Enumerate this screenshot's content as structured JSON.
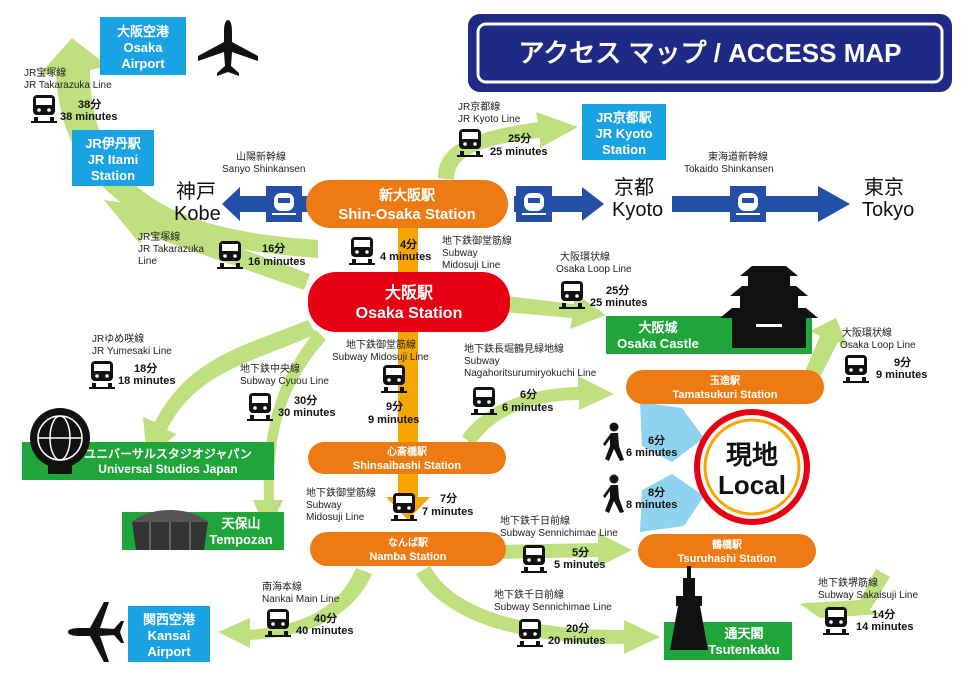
{
  "title": "アクセス マップ / ACCESS MAP",
  "colors": {
    "navy": "#1e2a86",
    "orange": "#ee7a14",
    "red": "#e60012",
    "blue": "#1aa3e2",
    "green": "#20a53a",
    "lime": "#bfe07e",
    "yellow": "#f7a600",
    "arrow_blue": "#2350a6",
    "local_blue": "#8fd3f0"
  },
  "places": {
    "osaka_airport": {
      "ja": "大阪空港",
      "en1": "Osaka",
      "en2": "Airport"
    },
    "itami": {
      "ja": "JR伊丹駅",
      "en1": "JR Itami",
      "en2": "Station"
    },
    "jr_kyoto": {
      "ja": "JR京都駅",
      "en1": "JR Kyoto",
      "en2": "Station"
    },
    "kobe": {
      "ja": "神戸",
      "en": "Kobe"
    },
    "kyoto": {
      "ja": "京都",
      "en": "Kyoto"
    },
    "tokyo": {
      "ja": "東京",
      "en": "Tokyo"
    },
    "osaka_castle": {
      "ja": "大阪城",
      "en": "Osaka Castle"
    },
    "usj": {
      "ja": "ユニバーサルスタジオジャパン",
      "en": "Universal Studios Japan"
    },
    "tempozan": {
      "ja": "天保山",
      "en": "Tempozan"
    },
    "kansai_airport": {
      "ja": "関西空港",
      "en1": "Kansai",
      "en2": "Airport"
    },
    "tsutenkaku": {
      "ja": "通天閣",
      "en": "Tsutenkaku"
    }
  },
  "stations": {
    "shin_osaka": {
      "ja": "新大阪駅",
      "en": "Shin-Osaka Station"
    },
    "osaka": {
      "ja": "大阪駅",
      "en": "Osaka Station"
    },
    "shinsaibashi": {
      "ja": "心斎橋駅",
      "en": "Shinsaibashi Station"
    },
    "namba": {
      "ja": "なんば駅",
      "en": "Namba Station"
    },
    "tamatsukuri": {
      "ja": "玉造駅",
      "en": "Tamatsukuri Station"
    },
    "tsuruhashi": {
      "ja": "鶴橋駅",
      "en": "Tsuruhashi Station"
    }
  },
  "local": {
    "ja": "現地",
    "en": "Local"
  },
  "routes": {
    "takarazuka_airport": {
      "ja": "JR宝塚線",
      "en": "JR Takarazuka Line",
      "min": "38分",
      "time": "38 minutes"
    },
    "kyoto_line": {
      "ja": "JR京都線",
      "en": "JR Kyoto Line",
      "min": "25分",
      "time": "25 minutes"
    },
    "sanyo": {
      "ja": "山陽新幹線",
      "en": "Sanyo Shinkansen"
    },
    "tokaido": {
      "ja": "東海道新幹線",
      "en": "Tokaido Shinkansen"
    },
    "takarazuka_itami": {
      "ja": "JR宝塚線",
      "en1": "JR Takarazuka",
      "en2": "Line",
      "min": "16分",
      "time": "16 minutes"
    },
    "midosuji_1": {
      "ja": "4分",
      "time": "4 minutes",
      "line_ja": "地下鉄御堂筋線",
      "line1": "Subway",
      "line2": "Midosuji Line"
    },
    "loop_castle": {
      "ja": "大阪環状線",
      "en": "Osaka Loop Line",
      "min": "25分",
      "time": "25 minutes"
    },
    "yumesaki": {
      "ja": "JRゆめ咲線",
      "en": "JR Yumesaki Line",
      "min": "18分",
      "time": "18 minutes"
    },
    "chuo": {
      "ja": "地下鉄中央線",
      "en": "Subway Cyuou Line",
      "min": "30分",
      "time": "30 minutes"
    },
    "midosuji_2": {
      "ja": "地下鉄御堂筋線",
      "en": "Subway Midosuji Line",
      "min": "9分",
      "time": "9 minutes"
    },
    "nagahori": {
      "ja": "地下鉄長堀鶴見緑地線",
      "line1": "Subway",
      "line2": "Nagahoritsurumiryokuchi Line",
      "min": "6分",
      "time": "6 minutes"
    },
    "loop_tama": {
      "ja": "大阪環状線",
      "en": "Osaka Loop Line",
      "min": "9分",
      "time": "9 minutes"
    },
    "walk_tama": {
      "min": "6分",
      "time": "6 minutes"
    },
    "walk_tsuru": {
      "min": "8分",
      "time": "8 minutes"
    },
    "midosuji_3": {
      "ja": "地下鉄御堂筋線",
      "line1": "Subway",
      "line2": "Midosuji Line",
      "min": "7分",
      "time": "7 minutes"
    },
    "sennichimae_1": {
      "ja": "地下鉄千日前線",
      "en": "Subway Sennichimae Line",
      "min": "5分",
      "time": "5 minutes"
    },
    "nankai": {
      "ja": "南海本線",
      "en": "Nankai Main Line",
      "min": "40分",
      "time": "40 minutes"
    },
    "sennichimae_2": {
      "ja": "地下鉄千日前線",
      "en": "Subway Sennichimae Line",
      "min": "20分",
      "time": "20 minutes"
    },
    "sakaisuji": {
      "ja": "地下鉄堺筋線",
      "en": "Subway Sakaisuji Line",
      "min": "14分",
      "time": "14 minutes"
    }
  }
}
